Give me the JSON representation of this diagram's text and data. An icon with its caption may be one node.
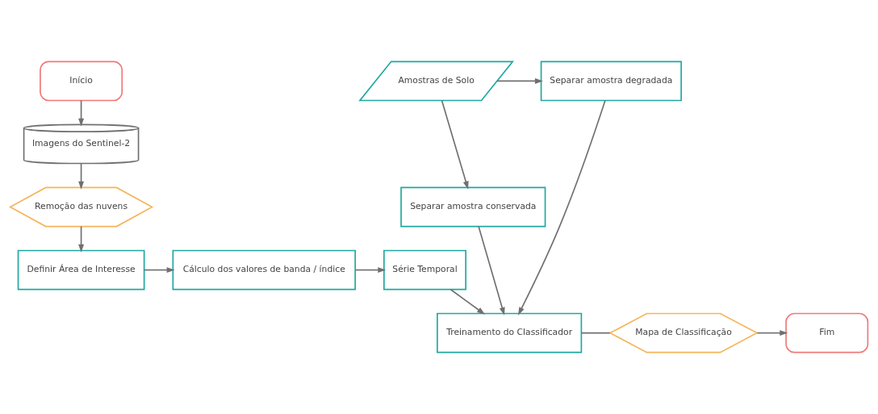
{
  "diagram": {
    "nodes": [
      {
        "text": [
          "Início"
        ]
      },
      {
        "text": [
          "Imagens do Sentinel-2"
        ]
      },
      {
        "text": [
          "Remoção das nuvens"
        ]
      },
      {
        "text": [
          "Definir Área de Interesse"
        ]
      },
      {
        "text": [
          "Cálculo dos valores de banda / índice"
        ]
      },
      {
        "text": [
          "Série Temporal"
        ]
      },
      {
        "text": [
          "Amostras de Solo"
        ]
      },
      {
        "text": [
          "Separar amostra degradada"
        ]
      },
      {
        "text": [
          "Separar amostra conservada"
        ]
      },
      {
        "text": [
          "Treinamento do Classificador"
        ]
      },
      {
        "text": [
          "Mapa de Classificação"
        ]
      },
      {
        "text": [
          "Fim"
        ]
      }
    ],
    "edges": [
      {
        "from": 0,
        "to": 1,
        "arrow": "to"
      },
      {
        "from": 1,
        "to": 2,
        "arrow": "to"
      },
      {
        "from": 2,
        "to": 3,
        "arrow": "to"
      },
      {
        "from": 3,
        "to": 4,
        "arrow": "to"
      },
      {
        "from": 4,
        "to": 5,
        "arrow": "to"
      },
      {
        "from": 5,
        "to": 9,
        "arrow": "to"
      },
      {
        "from": 6,
        "to": 7,
        "arrow": "to"
      },
      {
        "from": 6,
        "to": 8,
        "arrow": "to"
      },
      {
        "from": 7,
        "to": 9,
        "arrow": "to"
      },
      {
        "from": 8,
        "to": 9,
        "arrow": "to"
      },
      {
        "from": 9,
        "to": 10,
        "arrow": "none"
      },
      {
        "from": 10,
        "to": 11,
        "arrow": "to"
      }
    ]
  }
}
